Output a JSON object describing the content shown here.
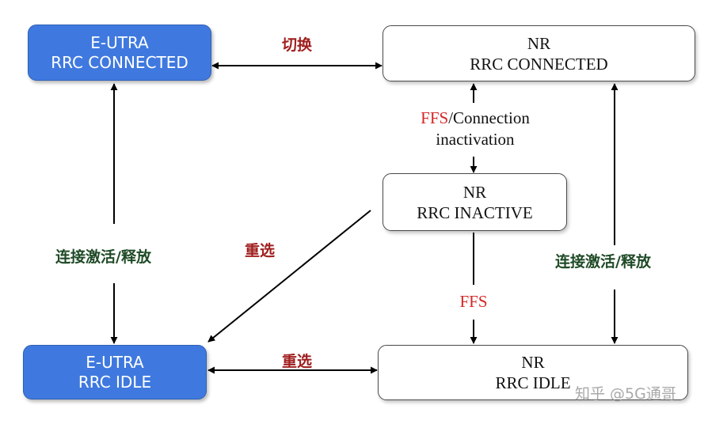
{
  "nodes": {
    "eutra_connected": {
      "line1": "E-UTRA",
      "line2": "RRC CONNECTED"
    },
    "nr_connected": {
      "line1": "NR",
      "line2": "RRC  CONNECTED"
    },
    "nr_inactive": {
      "line1": "NR",
      "line2": "RRC  INACTIVE"
    },
    "eutra_idle": {
      "line1": "E-UTRA",
      "line2": "RRC IDLE"
    },
    "nr_idle": {
      "line1": "NR",
      "line2": "RRC  IDLE"
    }
  },
  "edges": {
    "handover": "切换",
    "reselect_bottom": "重选",
    "reselect_diagonal": "重选",
    "connect_left": "连接激活/释放",
    "connect_right": "连接激活/释放",
    "ffs_lower": "FFS",
    "ffs_upper_prefix": "FFS",
    "ffs_upper_rest": "/Connection",
    "ffs_upper_line2": "inactivation"
  },
  "watermark": "知乎 @5G通哥",
  "colors": {
    "blue_fill": "#3f79df",
    "red_label": "#a01f1f",
    "ffs_red": "#d42828",
    "green_label": "#1f4a26"
  }
}
